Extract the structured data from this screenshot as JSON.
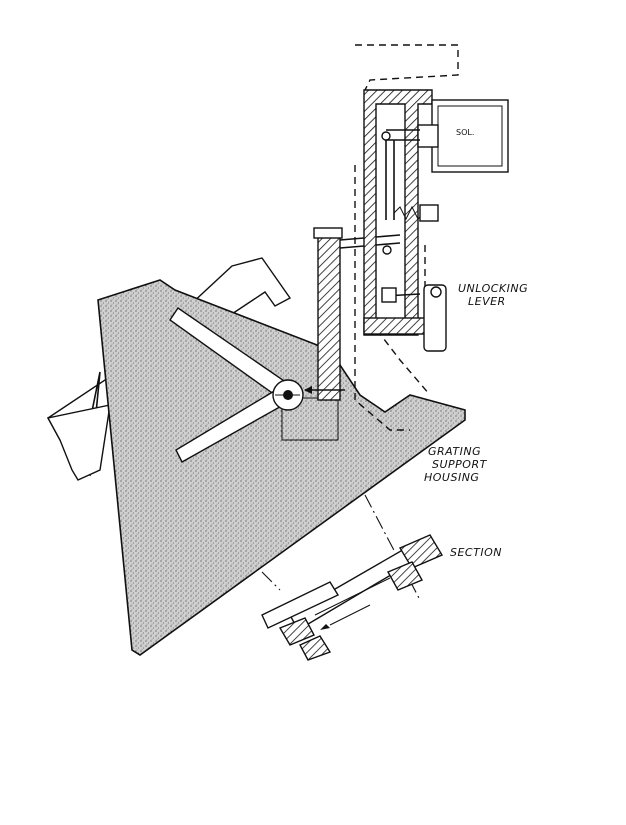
{
  "labels": {
    "solenoid": "SOL.",
    "unlocking_line1": "UNLOCKING",
    "unlocking_line2": "LEVER",
    "grating_line1": "GRATING",
    "grating_line2": "SUPPORT",
    "grating_line3": "HOUSING",
    "section": "SECTION"
  },
  "colors": {
    "ink": "#111111",
    "paper": "#ffffff"
  }
}
